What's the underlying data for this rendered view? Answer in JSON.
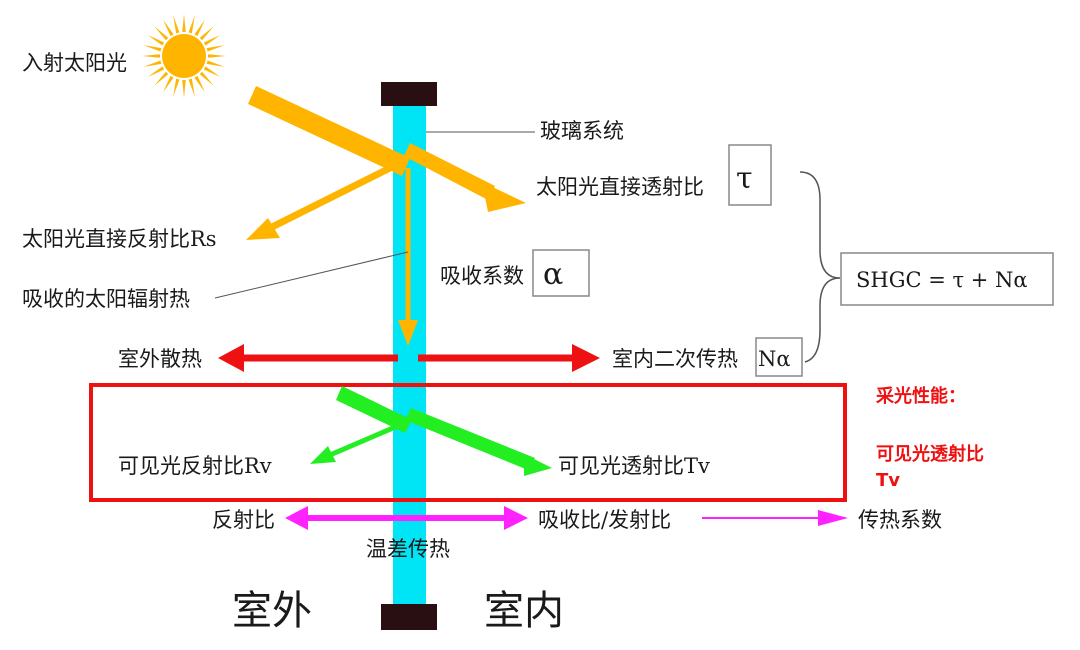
{
  "labels": {
    "incident_sunlight": "入射太阳光",
    "glass_system": "玻璃系统",
    "solar_direct_transmittance": "太阳光直接透射比",
    "tau_symbol": "τ",
    "solar_direct_reflectance": "太阳光直接反射比Rs",
    "absorbed_solar_heat": "吸收的太阳辐射热",
    "absorption_coefficient": "吸收系数",
    "alpha_symbol": "α",
    "shgc_formula": "SHGC = τ + Nα",
    "outdoor_heat_dissipation": "室外散热",
    "indoor_secondary_heat_transfer": "室内二次传热",
    "n_alpha_symbol": "Nα",
    "visible_reflectance": "可见光反射比Rv",
    "visible_transmittance": "可见光透射比Tv",
    "reflectance": "反射比",
    "absorptance_emittance": "吸收比/发射比",
    "heat_transfer_coefficient": "传热系数",
    "temperature_difference_heat_transfer": "温差传热",
    "outdoor": "室外",
    "indoor": "室内"
  },
  "side_note": {
    "daylighting_performance": "采光性能：",
    "visible_transmittance_line1": "可见光透射比",
    "visible_transmittance_line2": "Tv"
  },
  "colors": {
    "glass": "#00e5f5",
    "glass_cap": "#2a0f12",
    "solar_beam": "#ffb400",
    "heat_arrow": "#ee1111",
    "visible_beam": "#22ee22",
    "thermal_arrow": "#ff22ff",
    "highlight_box": "#ee1111",
    "side_note_text": "#ee1111"
  }
}
